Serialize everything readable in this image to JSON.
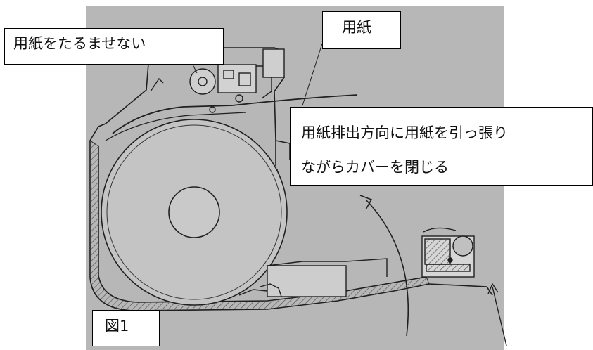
{
  "labels": {
    "no_slack": "用紙をたるませない",
    "paper": "用紙",
    "instruction_line1": "用紙排出方向に用紙を引っ張り",
    "instruction_line2": "ながらカバーを閉じる",
    "figure_number": "図1"
  },
  "colors": {
    "background": "#b7b7b7",
    "line": "#202020",
    "hatch": "#555555",
    "box_fill": "#ffffff"
  }
}
